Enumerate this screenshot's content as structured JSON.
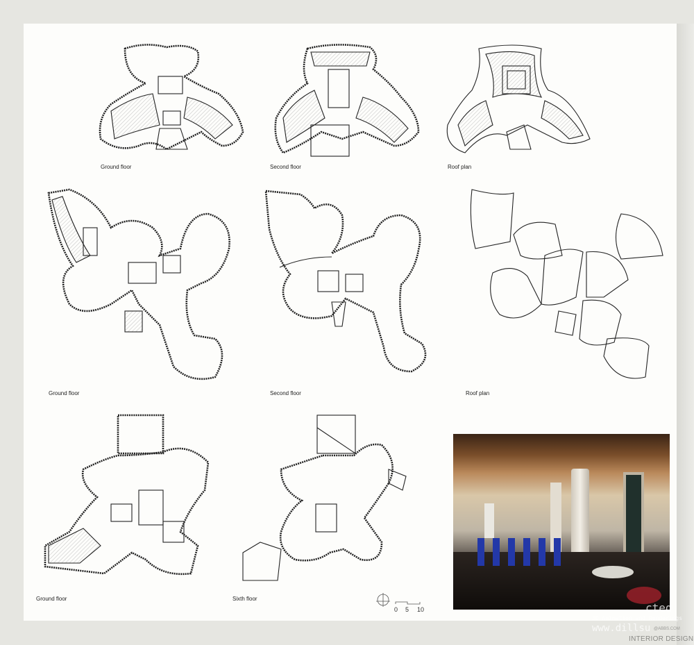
{
  "captions": {
    "row1": [
      "Ground floor",
      "Second floor",
      "Roof plan"
    ],
    "row2": [
      "Ground floor",
      "Second floor",
      "Roof plan"
    ],
    "row3": [
      "Ground floor",
      "Sixth floor"
    ]
  },
  "scale_bar": {
    "labels": [
      "0",
      "5",
      "10"
    ]
  },
  "watermark": {
    "line1": "cted",
    "line2": "3D Animation and Renderings",
    "line3": "www.dillsu",
    "site": "@ABBS.COM",
    "brand": "INTERIOR DESIGN"
  }
}
